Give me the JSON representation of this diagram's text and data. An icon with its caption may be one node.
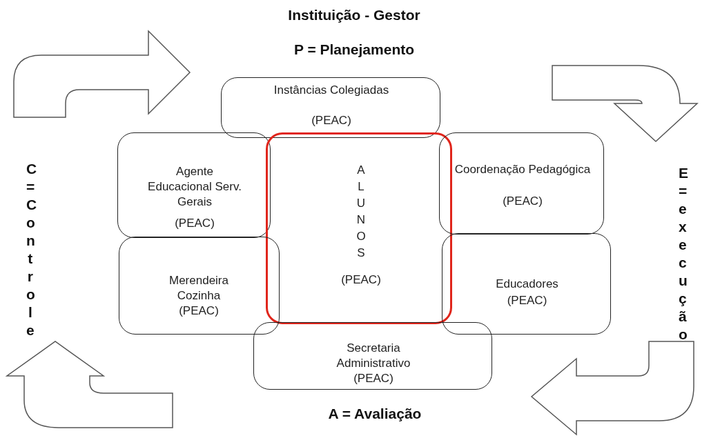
{
  "diagram": {
    "title": "Instituição - Gestor",
    "nodes": [
      {
        "text": [
          "Instâncias Colegiadas",
          "(PEAC)"
        ]
      },
      {
        "text": [
          "Agente Educacional Serv. Gerais",
          "(PEAC)"
        ]
      },
      {
        "text": [
          "ALUNOS",
          "(PEAC)"
        ]
      },
      {
        "text": [
          "Coordenação Pedagógica",
          "(PEAC)"
        ]
      },
      {
        "text": [
          "Merendeira Cozinha",
          "(PEAC)"
        ]
      },
      {
        "text": [
          "Educadores",
          "(PEAC)"
        ]
      },
      {
        "text": [
          "Secretaria Administrativo",
          "(PEAC)"
        ]
      }
    ],
    "edges": [],
    "labels": [
      "P = Planejamento",
      "C=Controle",
      "E=execução",
      "A = Avaliação"
    ]
  }
}
